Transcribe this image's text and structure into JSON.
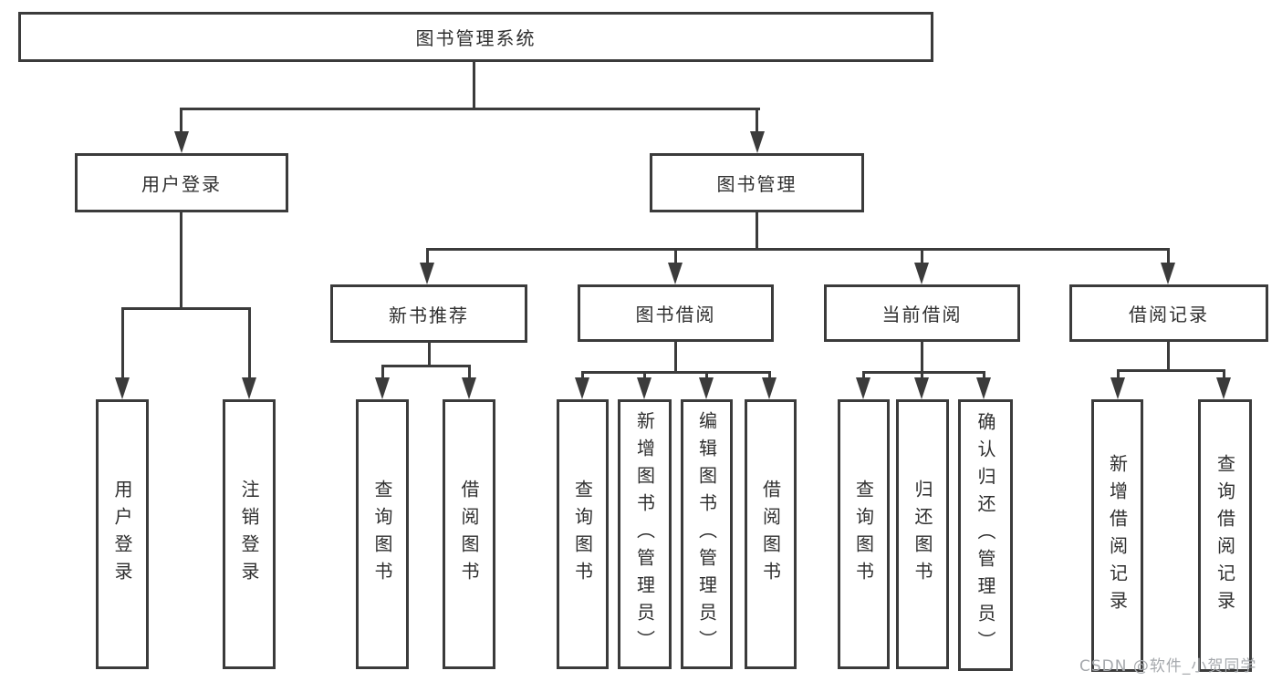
{
  "diagram": {
    "root": {
      "label": "图书管理系统"
    },
    "branches": [
      {
        "label": "用户登录",
        "children": [
          {
            "label": "用户登录"
          },
          {
            "label": "注销登录"
          }
        ]
      },
      {
        "label": "图书管理",
        "children": [
          {
            "label": "新书推荐",
            "children": [
              {
                "label": "查询图书"
              },
              {
                "label": "借阅图书"
              }
            ]
          },
          {
            "label": "图书借阅",
            "children": [
              {
                "label": "查询图书"
              },
              {
                "label": "新增图书（管理员）"
              },
              {
                "label": "编辑图书（管理员）"
              },
              {
                "label": "借阅图书"
              }
            ]
          },
          {
            "label": "当前借阅",
            "children": [
              {
                "label": "查询图书"
              },
              {
                "label": "归还图书"
              },
              {
                "label": "确认归还（管理员）"
              }
            ]
          },
          {
            "label": "借阅记录",
            "children": [
              {
                "label": "新增借阅记录"
              },
              {
                "label": "查询借阅记录"
              }
            ]
          }
        ]
      }
    ]
  },
  "watermark": {
    "text": "CSDN @软件_小贺同学"
  },
  "colors": {
    "line": "#3b3b3b",
    "text": "#2f2f2f",
    "background": "#ffffff",
    "watermark": "#a6a9ad"
  }
}
